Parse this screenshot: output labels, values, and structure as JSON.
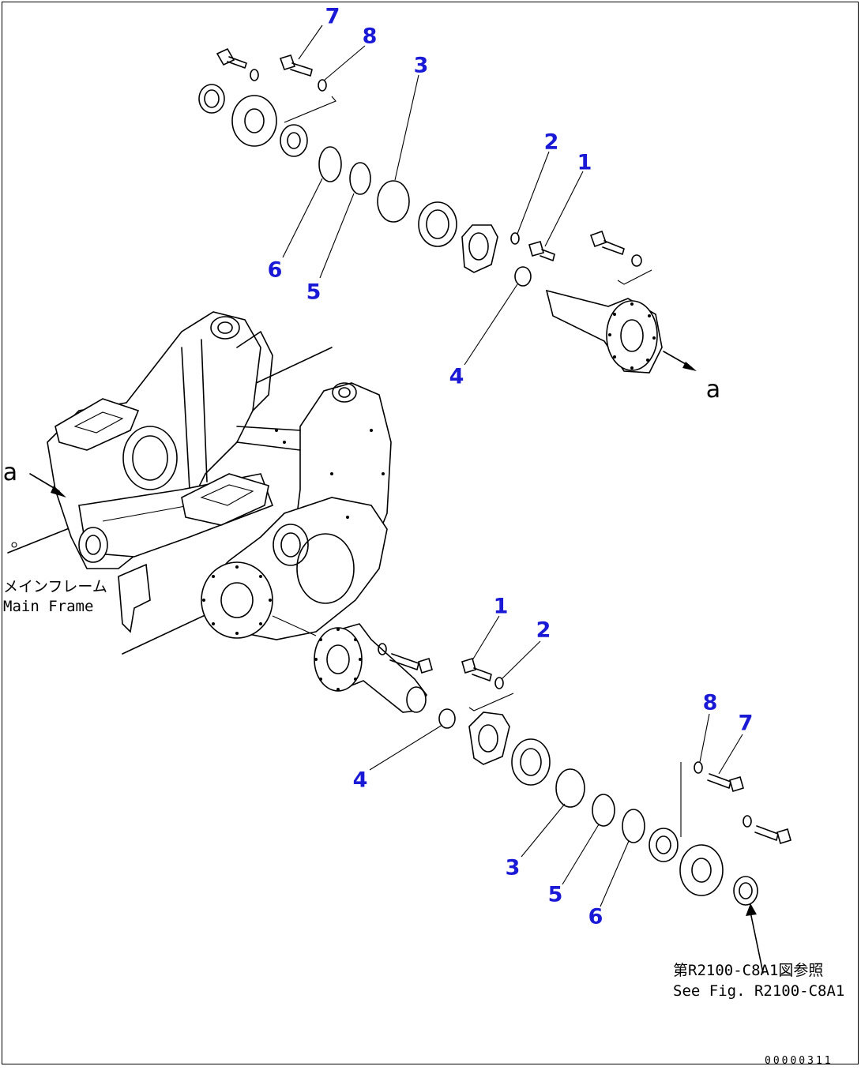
{
  "callouts": {
    "upper": {
      "c1": "1",
      "c2": "2",
      "c3": "3",
      "c4": "4",
      "c5": "5",
      "c6": "6",
      "c7": "7",
      "c8": "8"
    },
    "lower": {
      "c1": "1",
      "c2": "2",
      "c3": "3",
      "c4": "4",
      "c5": "5",
      "c6": "6",
      "c7": "7",
      "c8": "8"
    }
  },
  "view_markers": {
    "left": "a",
    "right": "a"
  },
  "main_frame_label": {
    "jp": "メインフレーム",
    "en": "Main Frame"
  },
  "see_fig_note": {
    "jp": "第R2100-C8A1図参照",
    "en": "See Fig. R2100-C8A1"
  },
  "reference_code": "00000311",
  "colors": {
    "callout": "#1a1ad6",
    "line": "#000000"
  }
}
